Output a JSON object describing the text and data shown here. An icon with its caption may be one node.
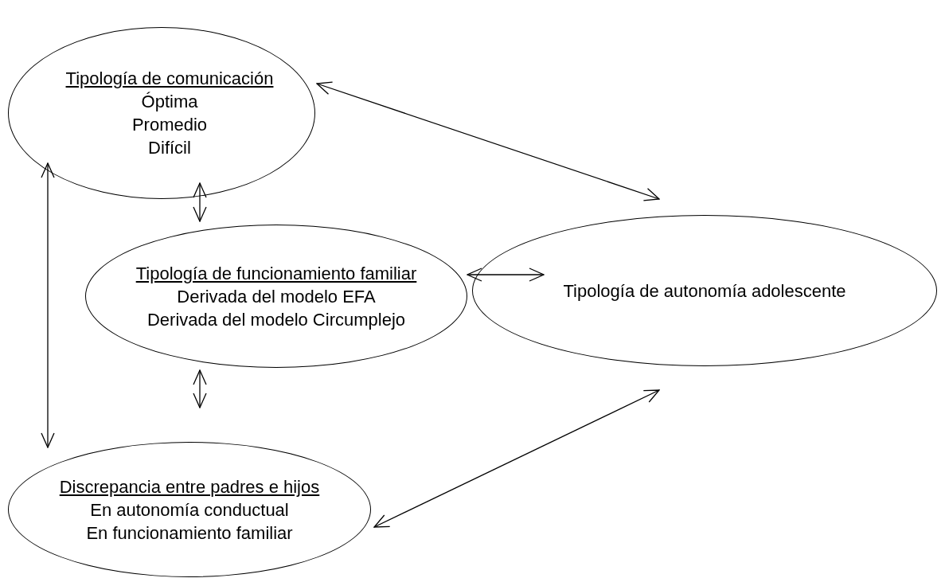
{
  "diagram": {
    "nodes": [
      {
        "text": [
          "Tipología de comunicación",
          "Óptima",
          "Promedio",
          "Difícil"
        ]
      },
      {
        "text": [
          "Tipología de funcionamiento familiar",
          "Derivada del modelo EFA",
          "Derivada del modelo Circumplejo"
        ]
      },
      {
        "text": [
          "Discrepancia entre padres e hijos",
          "En autonomía conductual",
          "En funcionamiento familiar"
        ]
      },
      {
        "text": [
          "Tipología de autonomía adolescente"
        ]
      }
    ],
    "edges": [
      {
        "from": 0,
        "to": 3,
        "arrow": "both"
      },
      {
        "from": 0,
        "to": 1,
        "arrow": "both"
      },
      {
        "from": 1,
        "to": 3,
        "arrow": "both"
      },
      {
        "from": 1,
        "to": 2,
        "arrow": "both"
      },
      {
        "from": 0,
        "to": 2,
        "arrow": "both"
      },
      {
        "from": 2,
        "to": 3,
        "arrow": "both"
      }
    ]
  }
}
